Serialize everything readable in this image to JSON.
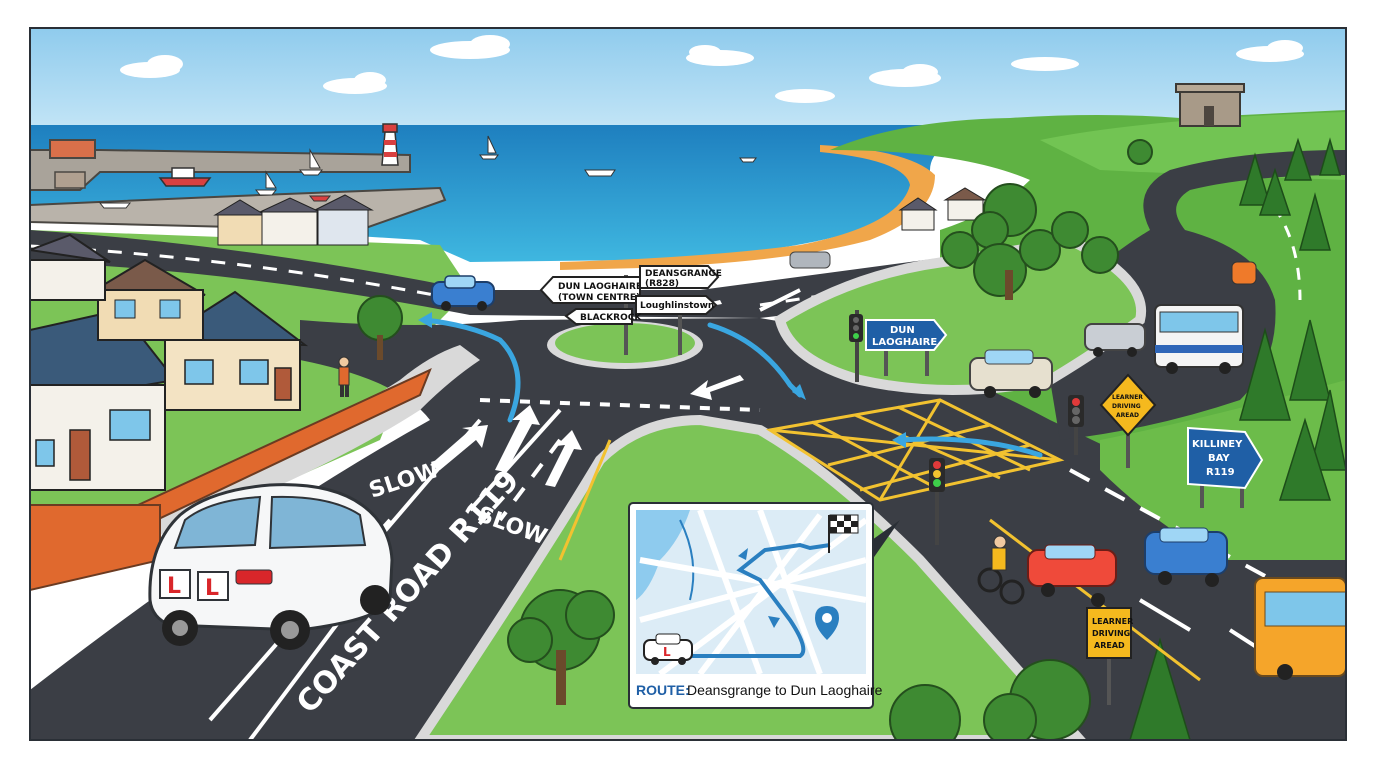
{
  "signs": {
    "fingerpost": {
      "dun_laoghaire_line1": "DUN LAOGHAIRE",
      "dun_laoghaire_line2": "(TOWN CENTRE)",
      "deansgrange_line1": "DEANSGRANGE",
      "deansgrange_line2": "(R828)",
      "loughlinstown": "Loughlinstown",
      "blackrock": "BLACKROCK"
    },
    "dun_laoghaire_blue": {
      "line1": "DUN",
      "line2": "LAOGHAIRE"
    },
    "killiney_blue": {
      "line1": "KILLINEY",
      "line2": "BAY",
      "line3": "R119"
    },
    "learner_top": {
      "line1": "LEARNER",
      "line2": "DRIVING",
      "line3": "AREAD"
    },
    "learner_bottom": {
      "line1": "LEARNER",
      "line2": "DRIVING",
      "line3": "AREAD"
    }
  },
  "road_markings": {
    "slow_left": "SLOW",
    "slow_right": "SLOW",
    "road_name": "COAST ROAD R119"
  },
  "car": {
    "plate_letter": "L"
  },
  "route_map": {
    "route_label": "ROUTE:",
    "route_text": "Deansgrange to Dun Laoghaire",
    "map_car_letter": "L"
  },
  "colors": {
    "sky": "#9fd3f0",
    "sea": "#2aa3d6",
    "grass": "#6cc04a",
    "road": "#3b3e45",
    "sign_blue": "#1f5fa6",
    "learner_yellow": "#f5b91e",
    "box_junction": "#f2c230",
    "route_blue": "#3aa6e0"
  }
}
